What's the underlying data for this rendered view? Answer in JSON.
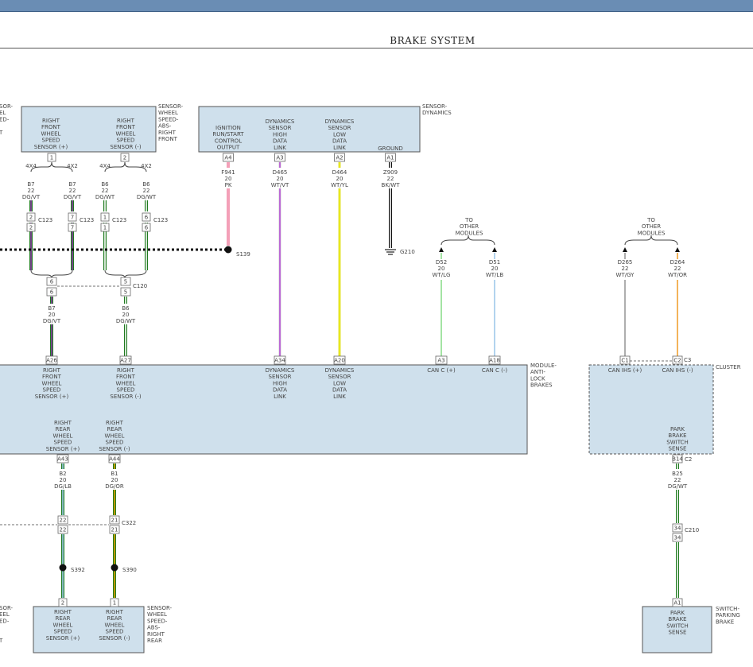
{
  "header": {
    "title": "BRAKE SYSTEM"
  },
  "colors": {
    "dg_vt": [
      "#1f7a1f",
      "#8b3aa6"
    ],
    "dg_wt": [
      "#1f7a1f",
      "#ffffff"
    ],
    "pk": [
      "#f4a0b8",
      "#f4a0b8"
    ],
    "wt_vt": [
      "#e8e8e8",
      "#b04ad0"
    ],
    "wt_yl": [
      "#f0f0a0",
      "#e6e600"
    ],
    "bk_wt": [
      "#111111",
      "#ffffff"
    ],
    "wt_lg": [
      "#ffffff",
      "#8ede8e"
    ],
    "wt_lb": [
      "#ffffff",
      "#9ec8ea"
    ],
    "wt_gy": [
      "#ffffff",
      "#9a9a9a"
    ],
    "wt_or": [
      "#ffffff",
      "#f0a030"
    ],
    "dg_lb": [
      "#1f7a1f",
      "#9ec8ea"
    ],
    "dg_or": [
      "#1f7a1f",
      "#e6a000"
    ]
  },
  "modules": {
    "wheel_front": {
      "name": [
        "SENSOR-",
        "WHEEL",
        "SPEED-",
        "ABS-",
        "RIGHT",
        "FRONT"
      ],
      "left_name": [
        "SOR-",
        "EL",
        "ED-",
        "",
        "T"
      ],
      "pins": [
        {
          "id": "1",
          "label": [
            "RIGHT",
            "FRONT",
            "WHEEL",
            "SPEED",
            "SENSOR (+)"
          ]
        },
        {
          "id": "2",
          "label": [
            "RIGHT",
            "FRONT",
            "WHEEL",
            "SPEED",
            "SENSOR (-)"
          ]
        }
      ]
    },
    "dynamics": {
      "name": [
        "SENSOR-",
        "DYNAMICS"
      ],
      "pins": [
        {
          "id": "A4",
          "label": [
            "IGNITION",
            "RUN/START",
            "CONTROL",
            "OUTPUT"
          ]
        },
        {
          "id": "A3",
          "label": [
            "DYNAMICS",
            "SENSOR",
            "HIGH",
            "DATA",
            "LINK"
          ]
        },
        {
          "id": "A2",
          "label": [
            "DYNAMICS",
            "SENSOR",
            "LOW",
            "DATA",
            "LINK"
          ]
        },
        {
          "id": "A1",
          "label": [
            "GROUND"
          ]
        }
      ]
    },
    "abs": {
      "name": [
        "MODULE-",
        "ANTI-",
        "LOCK",
        "BRAKES"
      ],
      "top_pins": [
        {
          "id": "A26",
          "label": [
            "RIGHT",
            "FRONT",
            "WHEEL",
            "SPEED",
            "SENSOR (+)"
          ]
        },
        {
          "id": "A27",
          "label": [
            "RIGHT",
            "FRONT",
            "WHEEL",
            "SPEED",
            "SENSOR (-)"
          ]
        },
        {
          "id": "A34",
          "label": [
            "DYNAMICS",
            "SENSOR",
            "HIGH",
            "DATA",
            "LINK"
          ]
        },
        {
          "id": "A20",
          "label": [
            "DYNAMICS",
            "SENSOR",
            "LOW",
            "DATA",
            "LINK"
          ]
        },
        {
          "id": "A3",
          "label": [
            "CAN C (+)"
          ]
        },
        {
          "id": "A18",
          "label": [
            "CAN C (-)"
          ]
        }
      ],
      "bottom_pins": [
        {
          "id": "A43",
          "label": [
            "RIGHT",
            "REAR",
            "WHEEL",
            "SPEED",
            "SENSOR (+)"
          ]
        },
        {
          "id": "A44",
          "label": [
            "RIGHT",
            "REAR",
            "WHEEL",
            "SPEED",
            "SENSOR (-)"
          ]
        }
      ]
    },
    "cluster": {
      "name": "CLUSTER",
      "connector": "C3",
      "pins": [
        {
          "id": "C1",
          "label": [
            "CAN IHS (+)"
          ]
        },
        {
          "id": "C2",
          "label": [
            "CAN IHS (-)"
          ]
        }
      ],
      "inner_label": [
        "PARK",
        "BRAKE",
        "SWITCH",
        "SENSE"
      ],
      "bottom_pin": "B14",
      "bottom_connector": "C2"
    },
    "wheel_rear": {
      "name": [
        "SENSOR-",
        "WHEEL",
        "SPEED-",
        "ABS-",
        "RIGHT",
        "REAR"
      ],
      "left_name": [
        "SOR-",
        "EEL",
        "ED-",
        "",
        "",
        "T"
      ],
      "pins": [
        {
          "id": "2",
          "label": [
            "RIGHT",
            "REAR",
            "WHEEL",
            "SPEED",
            "SENSOR (+)"
          ]
        },
        {
          "id": "1",
          "label": [
            "RIGHT",
            "REAR",
            "WHEEL",
            "SPEED",
            "SENSOR (-)"
          ]
        }
      ]
    },
    "park_switch": {
      "name": [
        "SWITCH-",
        "PARKING",
        "BRAKE"
      ],
      "pin": "A1",
      "label": [
        "PARK",
        "BRAKE",
        "SWITCH",
        "SENSE"
      ]
    }
  },
  "front_branches": {
    "splits": [
      "4X4",
      "4X2",
      "4X4",
      "4X2"
    ],
    "wires": [
      {
        "circuit": "B7",
        "gauge": "22",
        "color": "DG/VT",
        "c123": "2"
      },
      {
        "circuit": "B7",
        "gauge": "22",
        "color": "DG/VT",
        "c123": "7"
      },
      {
        "circuit": "B6",
        "gauge": "22",
        "color": "DG/WT",
        "c123": "1"
      },
      {
        "circuit": "B6",
        "gauge": "22",
        "color": "DG/WT",
        "c123": "6"
      }
    ],
    "c123": "C123",
    "c120": {
      "name": "C120",
      "pins": [
        "6",
        "5"
      ]
    },
    "lower_wires": [
      {
        "circuit": "B7",
        "gauge": "20",
        "color": "DG/VT"
      },
      {
        "circuit": "B6",
        "gauge": "20",
        "color": "DG/WT"
      }
    ]
  },
  "dynamics_wires": [
    {
      "circuit": "F941",
      "gauge": "20",
      "color": "PK"
    },
    {
      "circuit": "D465",
      "gauge": "20",
      "color": "WT/VT"
    },
    {
      "circuit": "D464",
      "gauge": "20",
      "color": "WT/YL"
    },
    {
      "circuit": "Z909",
      "gauge": "22",
      "color": "BK/WT"
    }
  ],
  "splice_s139": "S139",
  "ground_g210": "G210",
  "can_c": {
    "to": [
      "TO",
      "OTHER",
      "MODULES"
    ],
    "wires": [
      {
        "circuit": "D52",
        "gauge": "20",
        "color": "WT/LG"
      },
      {
        "circuit": "D51",
        "gauge": "20",
        "color": "WT/LB"
      }
    ]
  },
  "can_ihs": {
    "to": [
      "TO",
      "OTHER",
      "MODULES"
    ],
    "wires": [
      {
        "circuit": "D265",
        "gauge": "22",
        "color": "WT/GY"
      },
      {
        "circuit": "D264",
        "gauge": "22",
        "color": "WT/OR"
      }
    ]
  },
  "rear_wires": [
    {
      "circuit": "B2",
      "gauge": "20",
      "color": "DG/LB"
    },
    {
      "circuit": "B1",
      "gauge": "20",
      "color": "DG/OR"
    }
  ],
  "c322": {
    "name": "C322",
    "pins": [
      "22",
      "21"
    ]
  },
  "rear_splices": [
    "S392",
    "S390"
  ],
  "park_wire": {
    "circuit": "B25",
    "gauge": "22",
    "color": "DG/WT"
  },
  "c210": {
    "name": "C210",
    "pin": "34"
  }
}
